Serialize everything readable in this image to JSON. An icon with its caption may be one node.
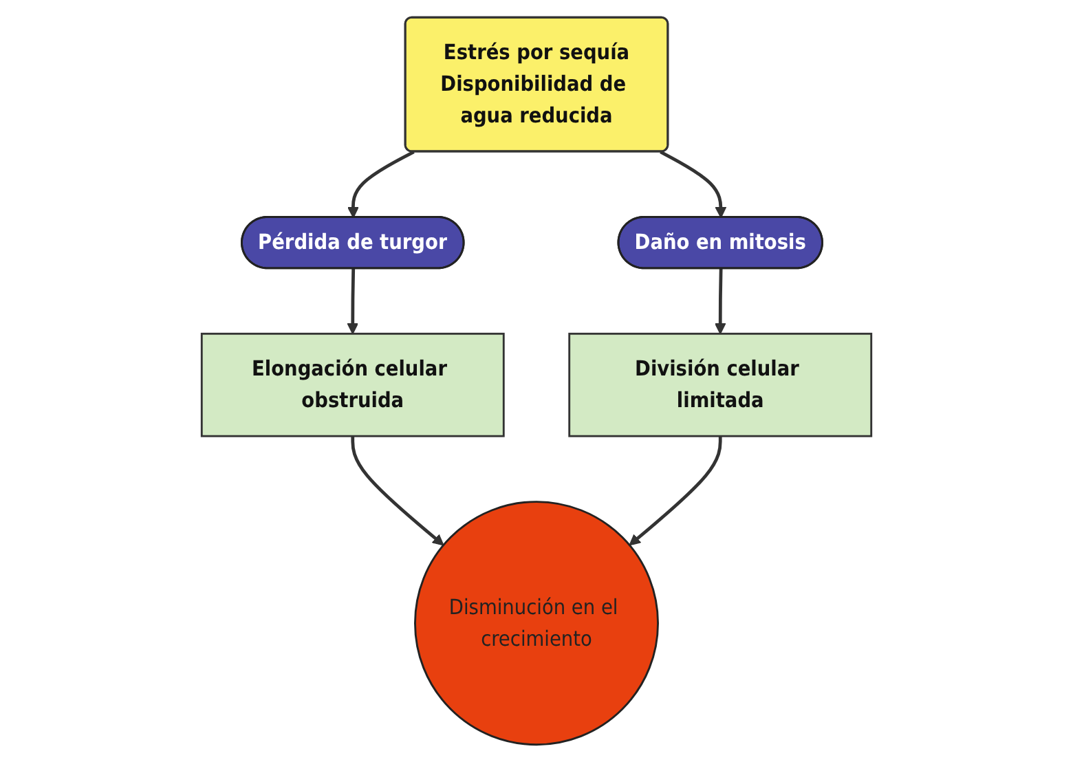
{
  "diagram": {
    "nodes": [
      {
        "text": [
          "Estrés por sequía",
          "Disponibilidad de agua reducida"
        ]
      },
      {
        "text": [
          "Pérdida de turgor"
        ]
      },
      {
        "text": [
          "Disminución en el crecimiento"
        ]
      },
      {
        "text": [
          "Daño en mitosis"
        ]
      },
      {
        "text": [
          "Elongación celular obstruida"
        ]
      },
      {
        "text": [
          "División celular limitada"
        ]
      }
    ],
    "edges": [
      {
        "from": 0,
        "to": 1,
        "arrow": "to"
      },
      {
        "from": 0,
        "to": 3,
        "arrow": "to"
      },
      {
        "from": 1,
        "to": 4,
        "arrow": "to"
      },
      {
        "from": 3,
        "to": 5,
        "arrow": "to"
      },
      {
        "from": 4,
        "to": 2,
        "arrow": "to"
      },
      {
        "from": 5,
        "to": 2,
        "arrow": "to"
      }
    ]
  }
}
